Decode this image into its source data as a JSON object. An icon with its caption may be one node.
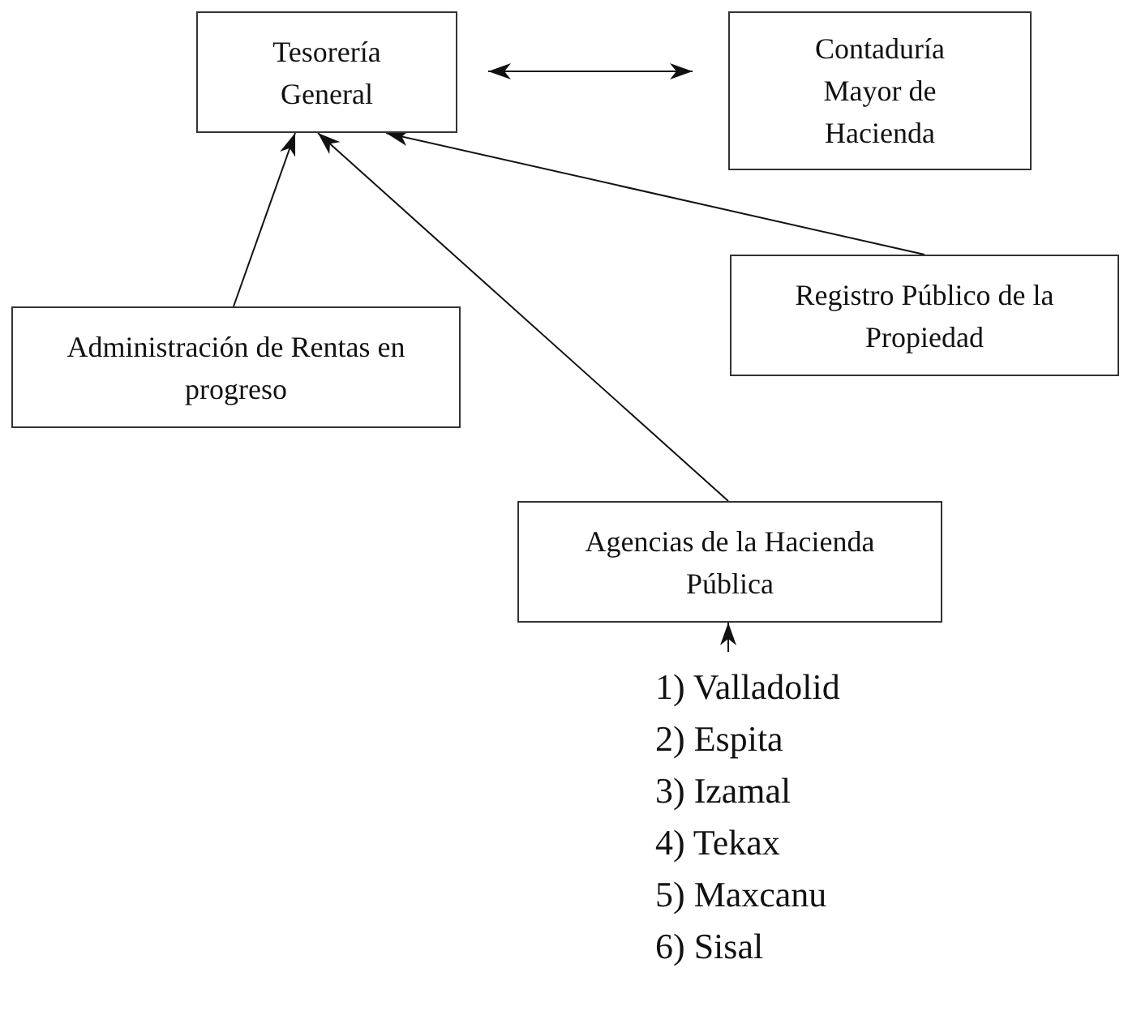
{
  "diagram": {
    "nodes": [
      {
        "text": [
          "Tesorería General"
        ]
      },
      {
        "text": [
          "Contaduría Mayor de Hacienda"
        ]
      },
      {
        "text": [
          "Administración de Rentas en progreso"
        ]
      },
      {
        "text": [
          "Registro Público de la Propiedad"
        ]
      },
      {
        "text": [
          "Agencias de la Hacienda Pública"
        ]
      },
      {
        "text": [
          "1) Valladolid",
          "2) Espita",
          "3) Izamal",
          "4) Tekax",
          "5) Maxcanu",
          "6) Sisal"
        ]
      }
    ],
    "edges": [
      {
        "from": 0,
        "to": 1,
        "arrow": "both"
      },
      {
        "from": 2,
        "to": 0,
        "arrow": "to"
      },
      {
        "from": 4,
        "to": 0,
        "arrow": "to"
      },
      {
        "from": 3,
        "to": 0,
        "arrow": "to"
      },
      {
        "from": 5,
        "to": 4,
        "arrow": "to"
      }
    ]
  }
}
